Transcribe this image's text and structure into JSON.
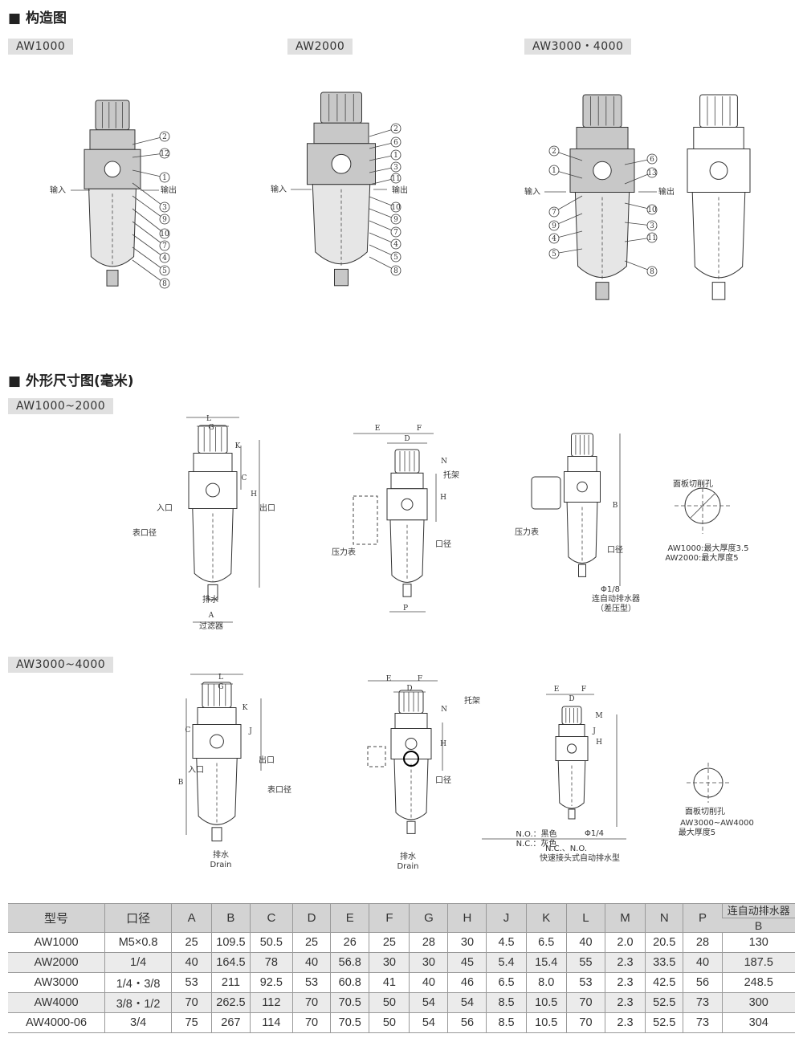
{
  "sections": {
    "structure": "■ 构造图",
    "dimensions": "■ 外形尺寸图(毫米)"
  },
  "structure": {
    "tags": [
      "AW1000",
      "AW2000",
      "AW3000・4000"
    ],
    "in_label": "输入",
    "out_label": "输出",
    "aw1000_callouts": [
      "2",
      "12",
      "1",
      "3",
      "9",
      "10",
      "7",
      "4",
      "5",
      "8"
    ],
    "aw2000_callouts": [
      "2",
      "6",
      "1",
      "3",
      "11",
      "10",
      "9",
      "7",
      "4",
      "5",
      "8"
    ],
    "aw3000_left_callouts": [
      "2",
      "1",
      "7",
      "9",
      "4",
      "5"
    ],
    "aw3000_right_callouts": [
      "6",
      "13",
      "10",
      "3",
      "11",
      "8"
    ]
  },
  "dimensions": {
    "tags": [
      "AW1000~2000",
      "AW3000~4000"
    ],
    "row1": {
      "d1": [
        "L",
        "G",
        "K",
        "C",
        "H",
        "入口",
        "出口",
        "表口径",
        "排水",
        "A",
        "过滤器"
      ],
      "d2": [
        "E",
        "F",
        "D",
        "N",
        "托架",
        "H",
        "压力表",
        "口径",
        "P"
      ],
      "d3": [
        "B",
        "压力表",
        "口径",
        "Φ1/8",
        "连自动排水器",
        "（差压型）"
      ],
      "panel": [
        "面板切削孔",
        "AW1000:最大厚度3.5",
        "AW2000:最大厚度5"
      ]
    },
    "row2": {
      "d1": [
        "L",
        "G",
        "K",
        "C",
        "J",
        "出口",
        "入口",
        "B",
        "表口径",
        "排水",
        "Drain"
      ],
      "d2": [
        "E",
        "F",
        "D",
        "N",
        "托架",
        "H",
        "口径",
        "排水",
        "Drain"
      ],
      "d3": [
        "E",
        "F",
        "D",
        "M",
        "H",
        "J",
        "N.O.：黑色",
        "N.C.：灰色",
        "Φ1/4",
        "N.C.、N.O.",
        "快速接头式自动排水型"
      ],
      "panel": [
        "面板切削孔",
        "AW3000~AW4000",
        "最大厚度5"
      ]
    }
  },
  "table": {
    "headers": [
      "型号",
      "口径",
      "A",
      "B",
      "C",
      "D",
      "E",
      "F",
      "G",
      "H",
      "J",
      "K",
      "L",
      "M",
      "N",
      "P"
    ],
    "last_header_top": "连自动排水器",
    "last_header_sub": "B",
    "rows": [
      [
        "AW1000",
        "M5×0.8",
        "25",
        "109.5",
        "50.5",
        "25",
        "26",
        "25",
        "28",
        "30",
        "4.5",
        "6.5",
        "40",
        "2.0",
        "20.5",
        "28",
        "130"
      ],
      [
        "AW2000",
        "1/4",
        "40",
        "164.5",
        "78",
        "40",
        "56.8",
        "30",
        "30",
        "45",
        "5.4",
        "15.4",
        "55",
        "2.3",
        "33.5",
        "40",
        "187.5"
      ],
      [
        "AW3000",
        "1/4・3/8",
        "53",
        "211",
        "92.5",
        "53",
        "60.8",
        "41",
        "40",
        "46",
        "6.5",
        "8.0",
        "53",
        "2.3",
        "42.5",
        "56",
        "248.5"
      ],
      [
        "AW4000",
        "3/8・1/2",
        "70",
        "262.5",
        "112",
        "70",
        "70.5",
        "50",
        "54",
        "54",
        "8.5",
        "10.5",
        "70",
        "2.3",
        "52.5",
        "73",
        "300"
      ],
      [
        "AW4000-06",
        "3/4",
        "75",
        "267",
        "114",
        "70",
        "70.5",
        "50",
        "54",
        "56",
        "8.5",
        "10.5",
        "70",
        "2.3",
        "52.5",
        "73",
        "304"
      ]
    ]
  }
}
